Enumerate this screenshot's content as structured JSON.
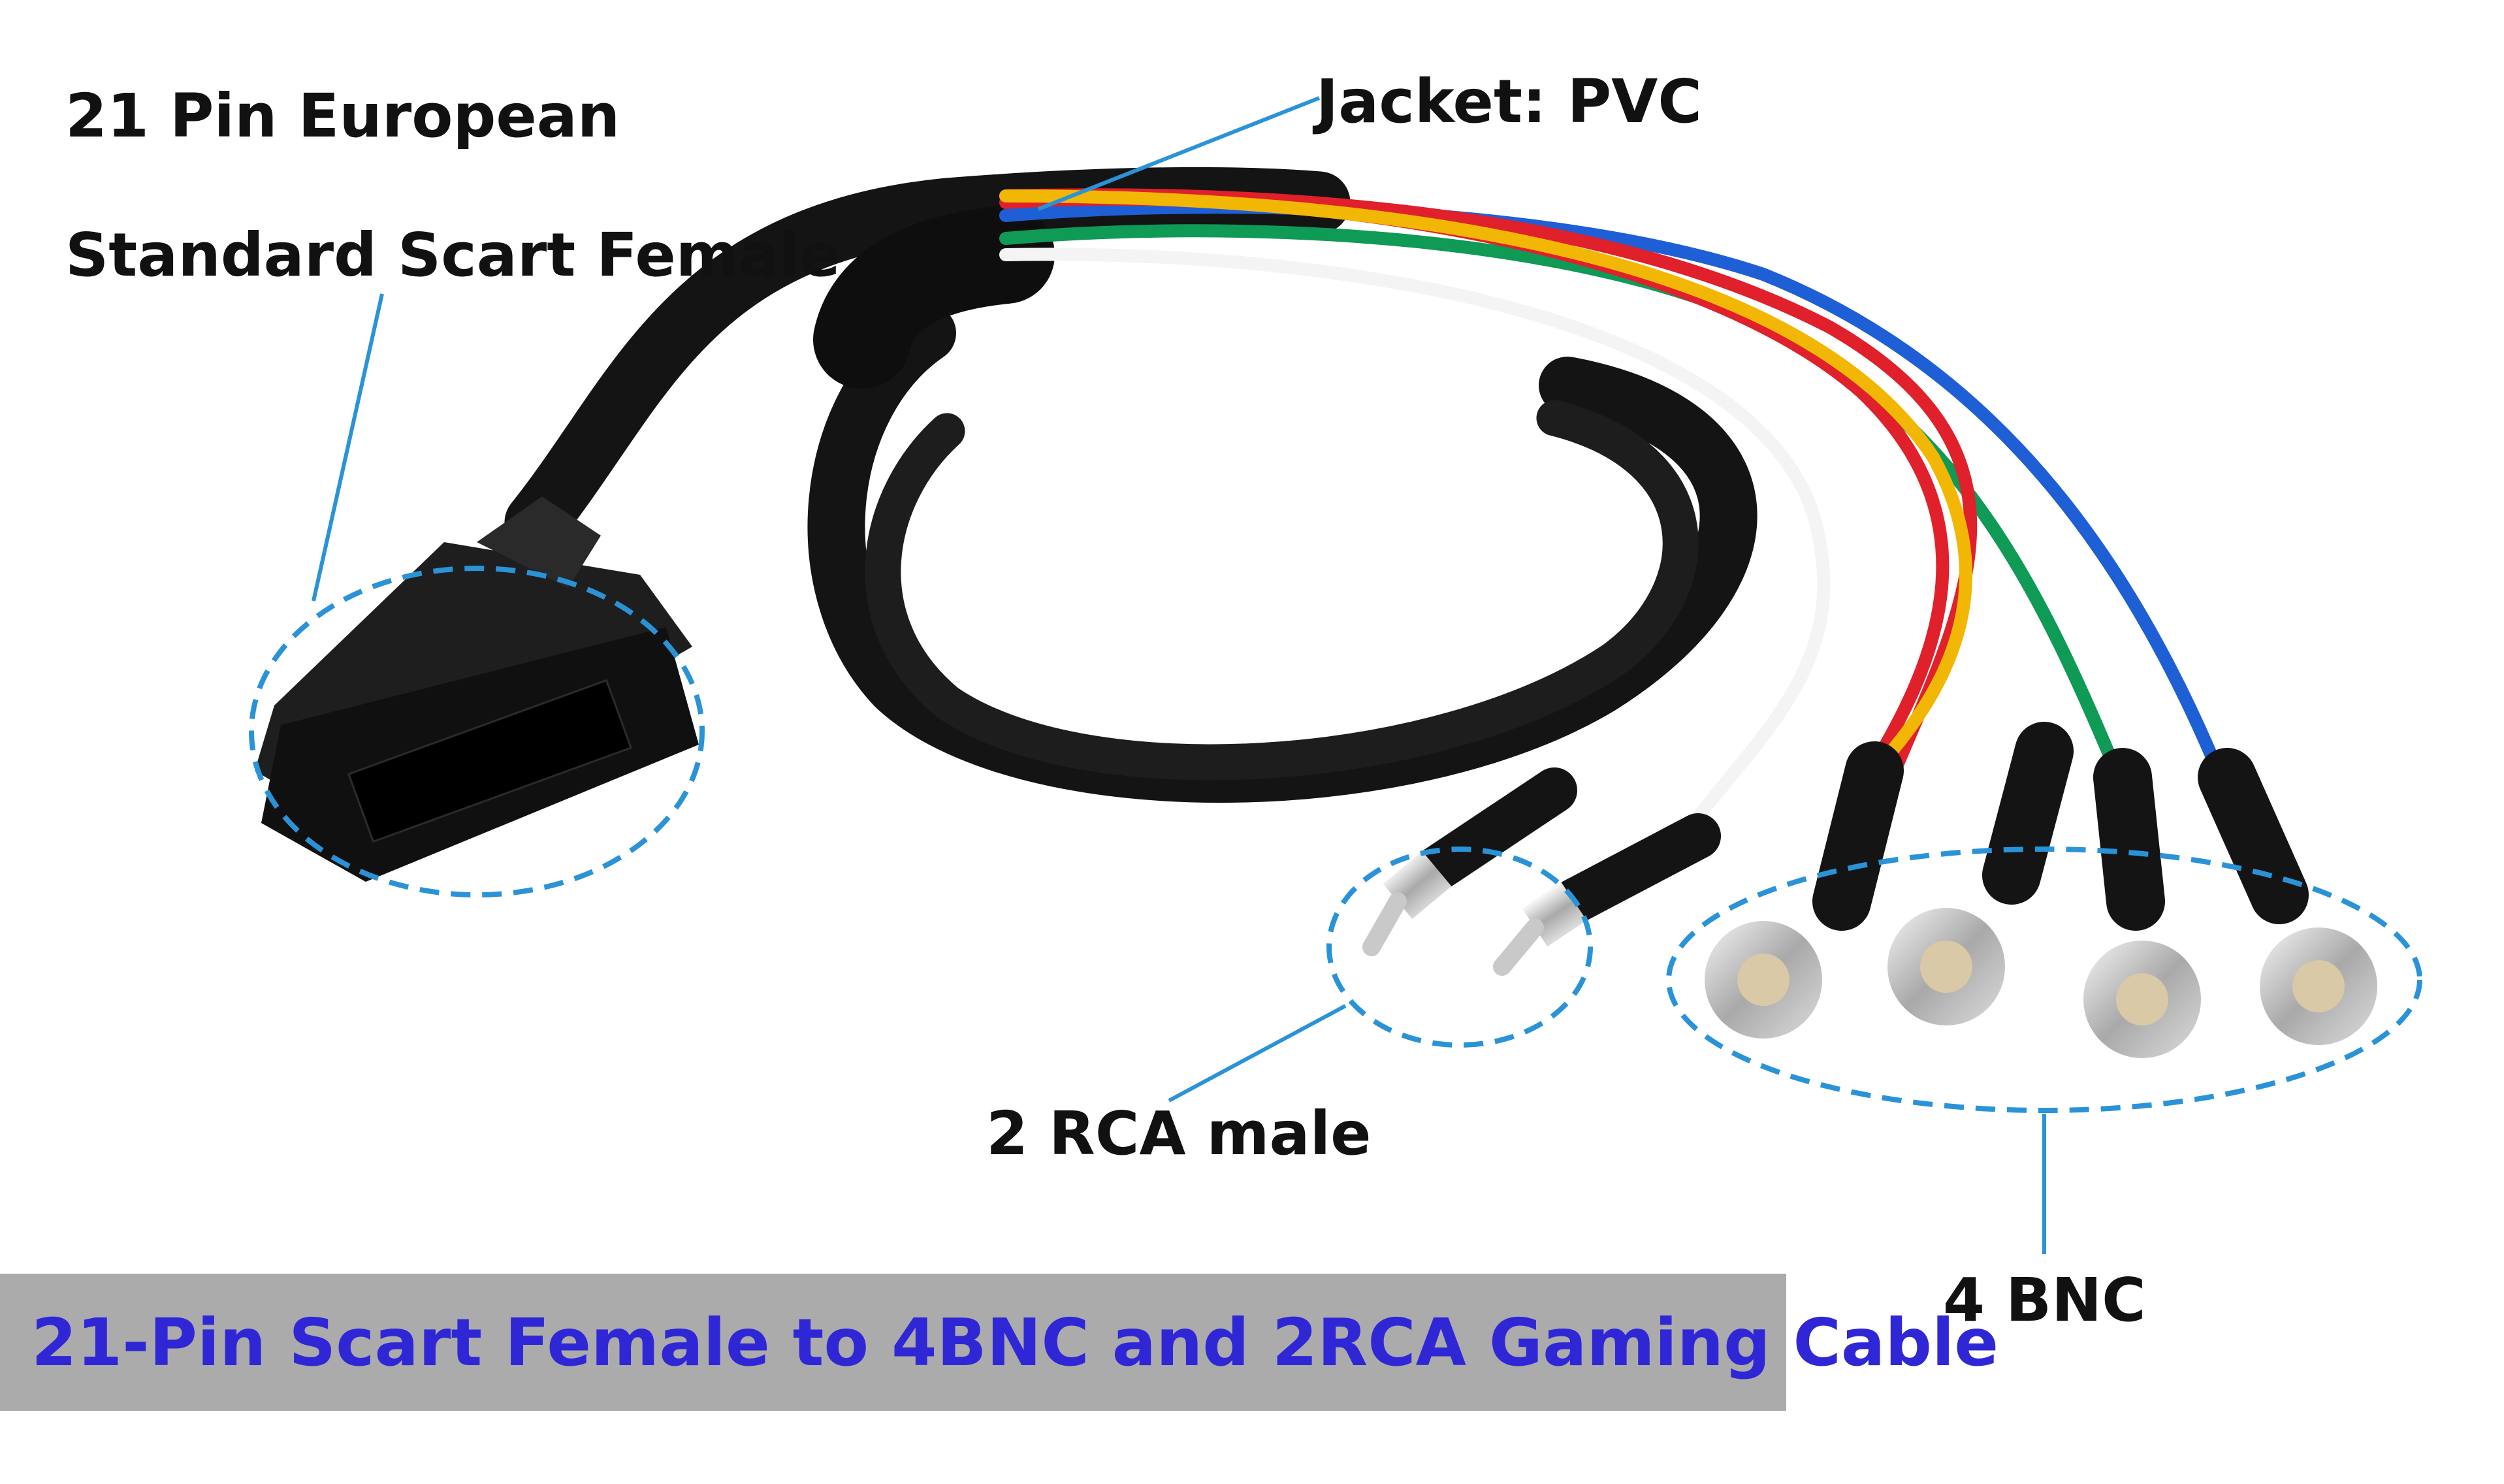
{
  "labels": {
    "scart_line1": "21 Pin European",
    "scart_line2": "Standard Scart Female",
    "jacket": "Jacket: PVC",
    "rca": "2 RCA male",
    "bnc": "4 BNC"
  },
  "caption": "21-Pin Scart Female to 4BNC and 2RCA Gaming Cable",
  "colors": {
    "cable_black": "#141414",
    "callout_blue": "#2a93d8",
    "caption_text": "#2f27d6",
    "caption_band": "#ababab",
    "wire_yellow": "#f2b705",
    "wire_red": "#e0202a",
    "wire_green": "#0f9a56",
    "wire_blue": "#1f5fd6",
    "wire_white": "#f4f4f4"
  }
}
